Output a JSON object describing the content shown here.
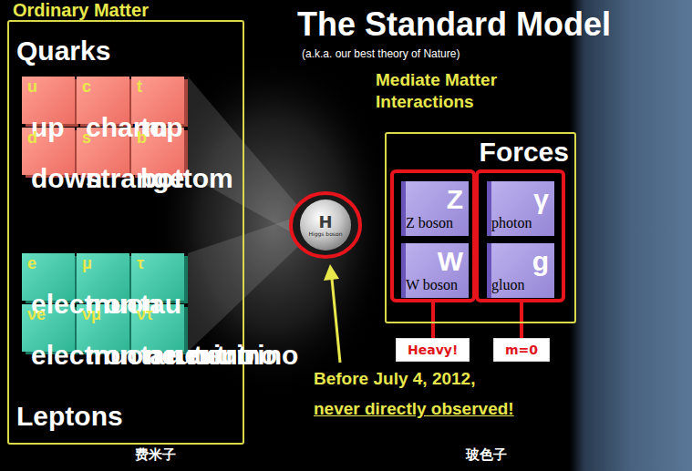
{
  "diagram": {
    "title": "The Standard Model",
    "nodes": [
      {
        "text": [
          "Ordinary Matter",
          "Quarks",
          "Leptons"
        ]
      },
      {
        "text": [
          "u",
          "up"
        ],
        "in": 0
      },
      {
        "text": [
          "c",
          "charm"
        ],
        "in": 0
      },
      {
        "text": [
          "t",
          "top"
        ],
        "in": 0
      },
      {
        "text": [
          "d",
          "down"
        ],
        "in": 0
      },
      {
        "text": [
          "s",
          "strange"
        ],
        "in": 0
      },
      {
        "text": [
          "b",
          "bottom"
        ],
        "in": 0
      },
      {
        "text": [
          "e",
          "electron"
        ],
        "in": 0
      },
      {
        "text": [
          "μ",
          "muon"
        ],
        "in": 0
      },
      {
        "text": [
          "τ",
          "tau"
        ],
        "in": 0
      },
      {
        "text": [
          "νe",
          "electron neutrino"
        ],
        "in": 0
      },
      {
        "text": [
          "νμ",
          "muon neutrino"
        ],
        "in": 0
      },
      {
        "text": [
          "ντ",
          "tau neutrino"
        ],
        "in": 0
      },
      {
        "text": [
          "H",
          "Higgs boson"
        ]
      },
      {
        "text": [
          "Forces"
        ]
      },
      {
        "text": [
          "Z",
          "Z boson"
        ],
        "in": 14
      },
      {
        "text": [
          "γ",
          "photon"
        ],
        "in": 14
      },
      {
        "text": [
          "W",
          "W boson"
        ],
        "in": 14
      },
      {
        "text": [
          "g",
          "gluon"
        ],
        "in": 14
      },
      {
        "text": [
          "Heavy!"
        ]
      },
      {
        "text": [
          "m=0"
        ]
      }
    ],
    "labels": [
      "(a.k.a. our best theory of Nature)",
      "Mediate Matter Interactions",
      "Before July 4, 2012,",
      "never directly observed!",
      "费米子",
      "玻色子"
    ]
  }
}
